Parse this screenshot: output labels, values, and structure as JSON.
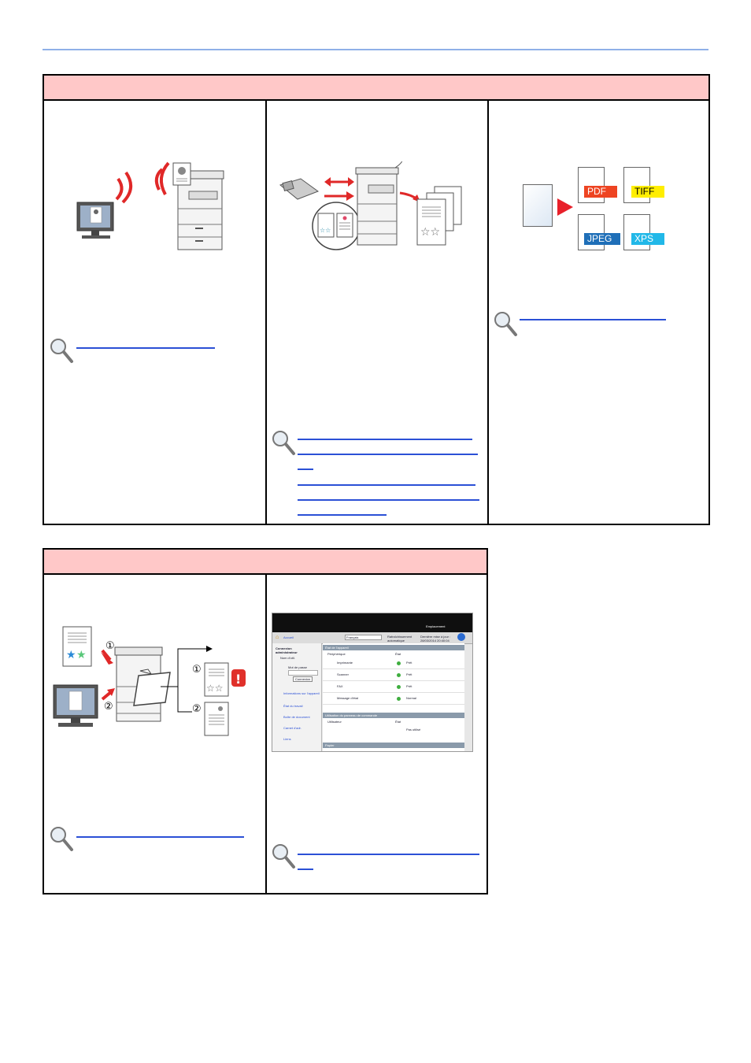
{
  "colors": {
    "header_fill": "#ffc8c8",
    "rule": "#8fb0e8",
    "link": "#2b50d6",
    "alert_red": "#e0302a",
    "pdf": "#ee4422",
    "tiff": "#ffee00",
    "jpeg": "#1f6fb8",
    "xps": "#22b8e8"
  },
  "table1": {
    "col1": {
      "illustration": "wireless-printing",
      "icon": "magnifier-icon"
    },
    "col2": {
      "illustration": "usb-scan-copy",
      "icon": "magnifier-icon"
    },
    "col3": {
      "illustration": "file-format-conversion",
      "formats": [
        "PDF",
        "TIFF",
        "JPEG",
        "XPS"
      ],
      "icon": "magnifier-icon"
    }
  },
  "table2": {
    "col1": {
      "illustration": "job-priority",
      "markers": [
        "①",
        "②",
        "①",
        "②"
      ],
      "icon": "magnifier-icon"
    },
    "col2": {
      "screenshot": {
        "top_right": "Emplacement",
        "home": "Accueil",
        "language": "Français",
        "refresh": "Rafraîchissement automatique",
        "last_update": "Dernière mise à jour : 28/03/2014 20:40:04",
        "login_title": "Connexion administrateur",
        "login_user": "Nom d'util.",
        "login_password": "Mot de passe",
        "login_button": "Connexion",
        "side_items": [
          "Informations sur l'appareil",
          "État du travail",
          "Boîte de document",
          "Carnet d'adr.",
          "Liens"
        ],
        "section_device": "État de l'appareil",
        "col_device": "Périphérique",
        "col_state": "État",
        "devices": [
          {
            "name": "Imprimante",
            "state": "Prêt"
          },
          {
            "name": "Scanner",
            "state": "Prêt"
          },
          {
            "name": "FAX",
            "state": "Prêt"
          },
          {
            "name": "Message d'état",
            "state": "Normal"
          }
        ],
        "section_panel": "Utilisation du panneau de commande",
        "col_user": "Utilisateur",
        "col_panel_state": "État",
        "panel_state": "Pas utilisé",
        "section_paper": "Papier"
      },
      "icon": "magnifier-icon"
    }
  }
}
